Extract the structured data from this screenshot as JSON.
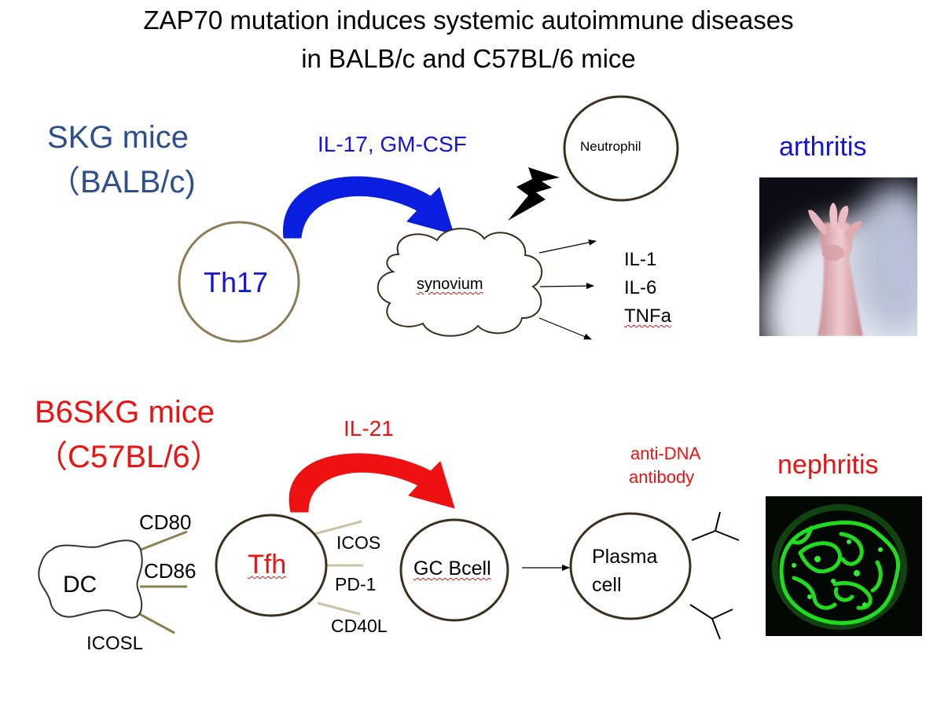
{
  "title": {
    "line1": "ZAP70 mutation induces systemic autoimmune diseases",
    "line2": "in BALB/c and C57BL/6 mice"
  },
  "colors": {
    "skg_blue_text": "#2e4f8c",
    "arrow_blue": "#0a1ee0",
    "label_blue": "#1414d8",
    "red": "#ee1111",
    "circle_outline": "#3b2f1f",
    "th17_circle": "#8d7d55",
    "stick_olive": "#8b8051",
    "stick_light": "#c9c3a3",
    "bolt": "#000000",
    "kidney_green": "#1fdc1f"
  },
  "skg": {
    "strain": "SKG mice",
    "background": "（BALB/c)",
    "cytokines": "IL-17, GM-CSF",
    "th17": "Th17",
    "synovium": "synovium",
    "neutrophil": "Neutrophil",
    "outputs": [
      "IL-1",
      "IL-6",
      "TNFa"
    ],
    "disease": "arthritis",
    "icons": {
      "arrow": "curved-arrow-icon",
      "bolt": "lightning-bolt-icon"
    }
  },
  "b6skg": {
    "strain": "B6SKG mice",
    "background": "（C57BL/6）",
    "cytokine": "IL-21",
    "dc": "DC",
    "dc_ligands": [
      "CD80",
      "CD86",
      "ICOSL"
    ],
    "tfh": "Tfh",
    "tfh_receptors": [
      "ICOS",
      "PD-1",
      "CD40L"
    ],
    "gc_bcell": "GC Bcell",
    "plasma_line1": "Plasma",
    "plasma_line2": "cell",
    "antibody_line1": "anti-DNA",
    "antibody_line2": "antibody",
    "disease": "nephritis",
    "icons": {
      "arrow": "curved-arrow-icon",
      "antibody": "antibody-y-icon"
    }
  }
}
